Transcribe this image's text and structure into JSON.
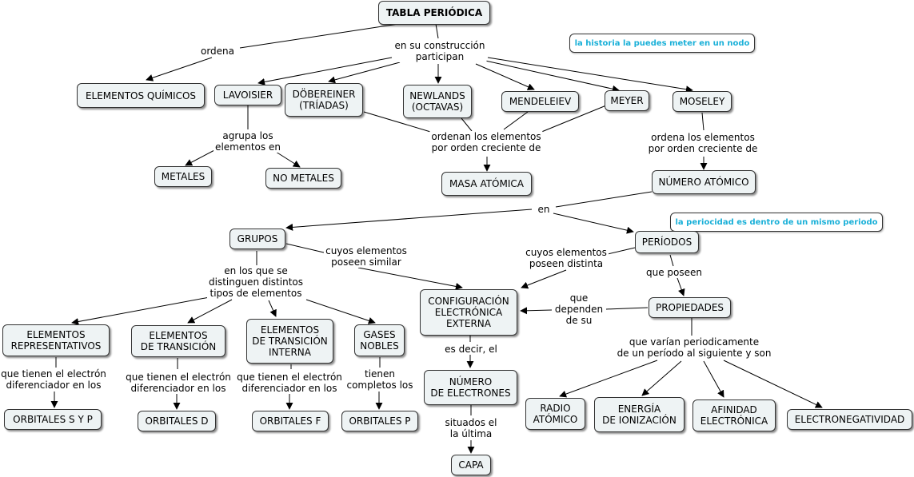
{
  "nodes": {
    "tabla": "TABLA PERIÓDICA",
    "elementos_quimicos": "ELEMENTOS QUÍMICOS",
    "lavoisier": "LAVOISIER",
    "dobereiner": "DÖBEREINER\n(TRÍADAS)",
    "newlands": "NEWLANDS\n(OCTAVAS)",
    "mendeleiev": "MENDELEIEV",
    "meyer": "MEYER",
    "moseley": "MOSELEY",
    "metales": "METALES",
    "no_metales": "NO METALES",
    "masa_atomica": "MASA ATÓMICA",
    "numero_atomico": "NÚMERO ATÓMICO",
    "grupos": "GRUPOS",
    "periodos": "PERÍODOS",
    "configuracion": "CONFIGURACIÓN\nELECTRÓNICA\nEXTERNA",
    "propiedades": "PROPIEDADES",
    "representativos": "ELEMENTOS\nREPRESENTATIVOS",
    "transicion": "ELEMENTOS\nDE TRANSICIÓN",
    "transicion_interna": "ELEMENTOS\nDE TRANSICIÓN\nINTERNA",
    "gases_nobles": "GASES\nNOBLES",
    "numero_electrones": "NÚMERO\nDE ELECTRONES",
    "orbitales_sp": "ORBITALES S Y P",
    "orbitales_d": "ORBITALES D",
    "orbitales_f": "ORBITALES F",
    "orbitales_p": "ORBITALES P",
    "capa": "CAPA",
    "radio": "RADIO\nATÓMICO",
    "energia": "ENERGÍA\nDE IONIZACIÓN",
    "afinidad": "AFINIDAD\nELECTRÓNICA",
    "electronegatividad": "ELECTRONEGATIVIDAD"
  },
  "notes": {
    "historia": "la historia la puedes meter en un nodo",
    "periocidad": "la periocidad es dentro de un mismo periodo"
  },
  "links": {
    "ordena": "ordena",
    "participan": "en su construcción\nparticipan",
    "agrupa": "agrupa los\nelementos en",
    "ordenan_masa": "ordenan los elementos\npor orden creciente de",
    "ordena_numero": "ordena los elementos\npor orden creciente de",
    "en": "en",
    "similar": "cuyos elementos\nposeen similar",
    "distinta": "cuyos elementos\nposeen distinta",
    "que_poseen": "que poseen",
    "distinguen": "en los que se\ndistinguen distintos\ntipos de elementos",
    "dependen": "que\ndependen\nde su",
    "es_decir": "es decir, el",
    "varian": "que varían periodicamente\nde un período al siguiente y son",
    "electron1": "que tienen el electrón\ndiferenciador en los",
    "electron2": "que tienen el electrón\ndiferenciador en los",
    "electron3": "que tienen el electrón\ndiferenciador en los",
    "completos": "tienen\ncompletos los",
    "situados": "situados el\nla última"
  }
}
